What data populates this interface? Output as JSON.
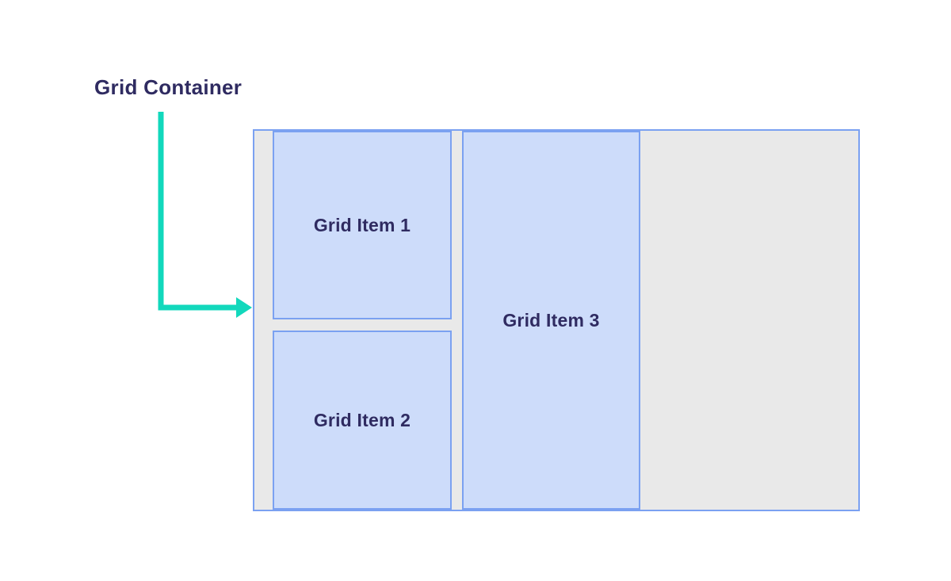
{
  "diagram": {
    "container_label": "Grid Container",
    "items": [
      {
        "label": "Grid Item 1"
      },
      {
        "label": "Grid Item 2"
      },
      {
        "label": "Grid Item 3"
      }
    ],
    "icons": {
      "arrow": "elbow-arrow-pointing-right"
    },
    "colors": {
      "arrow_teal": "#12d8bc",
      "item_fill": "#cddcfa",
      "border_blue": "#7ba1f1",
      "container_gray": "#e9e9e9",
      "label_navy": "#2f2b61",
      "background": "#ffffff"
    }
  }
}
